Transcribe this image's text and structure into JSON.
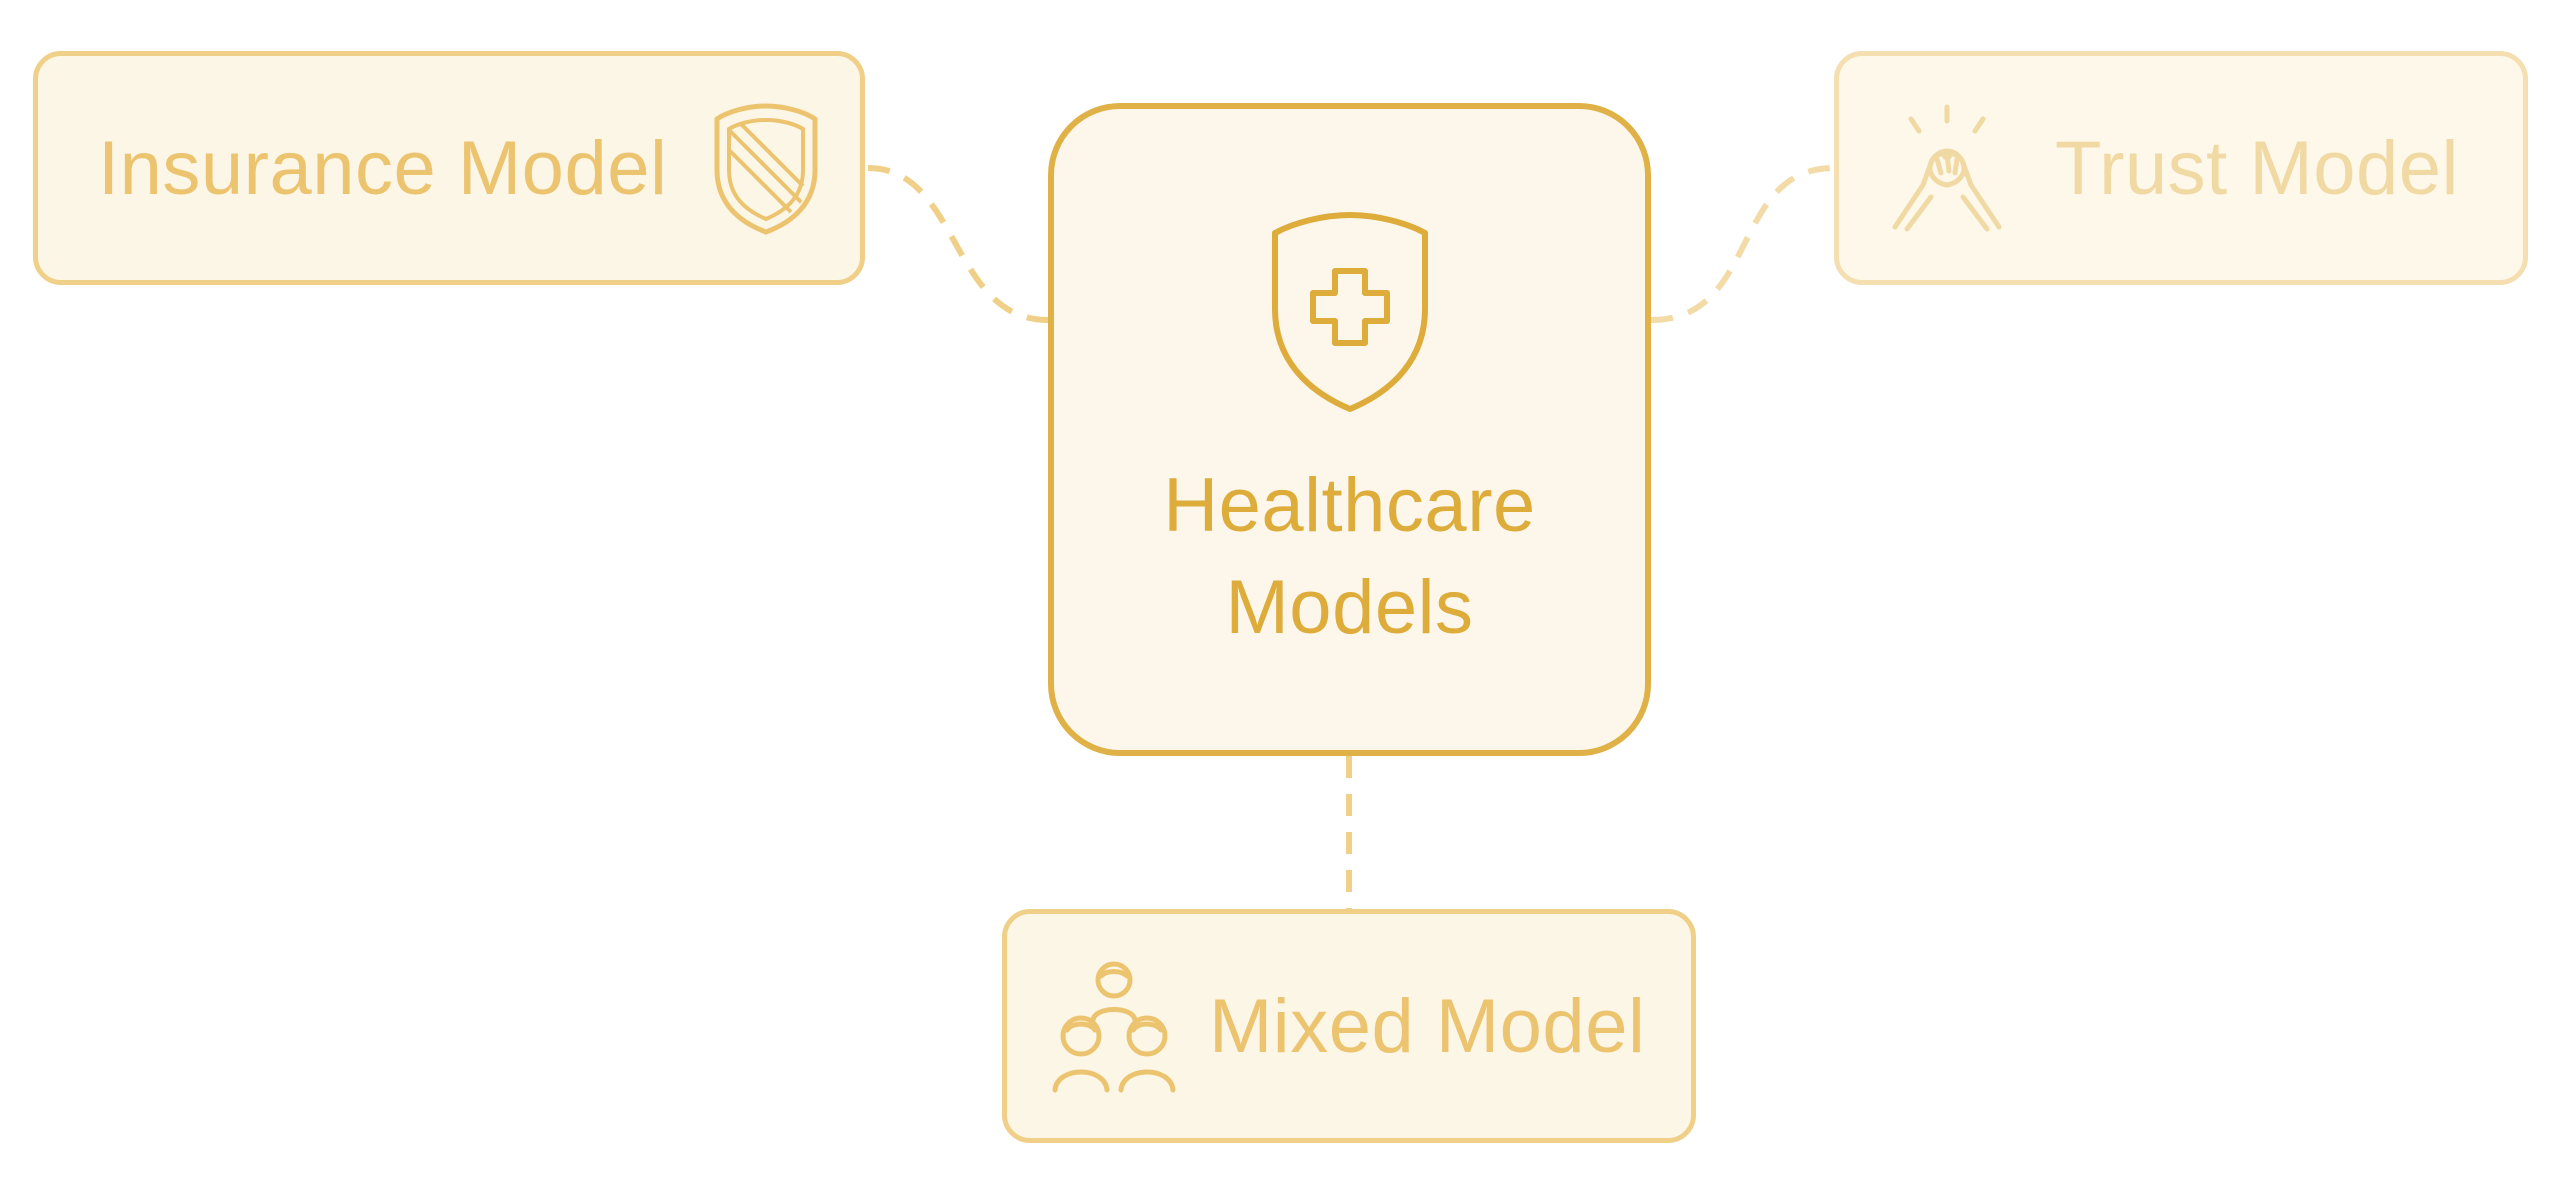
{
  "diagram": {
    "center": {
      "label": "Healthcare Models",
      "icon": "shield-cross-icon"
    },
    "nodes": [
      {
        "id": "insurance",
        "label": "Insurance Model",
        "icon": "shield-stripes-icon"
      },
      {
        "id": "trust",
        "label": "Trust Model",
        "icon": "handshake-icon"
      },
      {
        "id": "mixed",
        "label": "Mixed Model",
        "icon": "people-group-icon"
      }
    ],
    "colors": {
      "primary": "#e0b146",
      "node_fill": "#fcf6e6",
      "node_border": "#f0d088",
      "faded_text": "#f1d9a4"
    }
  }
}
